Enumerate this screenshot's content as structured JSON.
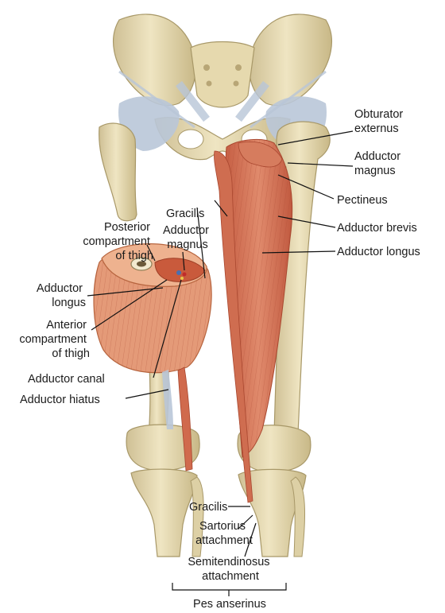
{
  "labels": {
    "obturator_externus": [
      "Obturator",
      "externus"
    ],
    "adductor_magnus_right": [
      "Adductor",
      "magnus"
    ],
    "pectineus": "Pectineus",
    "adductor_brevis": "Adductor brevis",
    "adductor_longus_right": "Adductor longus",
    "gracilis_top": "Gracilis",
    "posterior_compartment": [
      "Posterior",
      "compartment",
      "of thigh"
    ],
    "adductor_magnus_left": [
      "Adductor",
      "magnus"
    ],
    "adductor_longus_left": [
      "Adductor",
      "longus"
    ],
    "anterior_compartment": [
      "Anterior",
      "compartment",
      "of thigh"
    ],
    "adductor_canal": "Adductor canal",
    "adductor_hiatus": "Adductor hiatus",
    "gracilis_bottom": "Gracilis",
    "sartorius_attachment": [
      "Sartorius",
      "attachment"
    ],
    "semitendinosus_attachment": [
      "Semitendinosus",
      "attachment"
    ],
    "pes_anserinus": "Pes anserinus"
  },
  "colors": {
    "bone": "#e8dcb4",
    "bone_shade": "#c9b98a",
    "ligament": "#b9c6d8",
    "muscle": "#d9775a",
    "muscle_dark": "#b85a40",
    "background": "#ffffff"
  }
}
